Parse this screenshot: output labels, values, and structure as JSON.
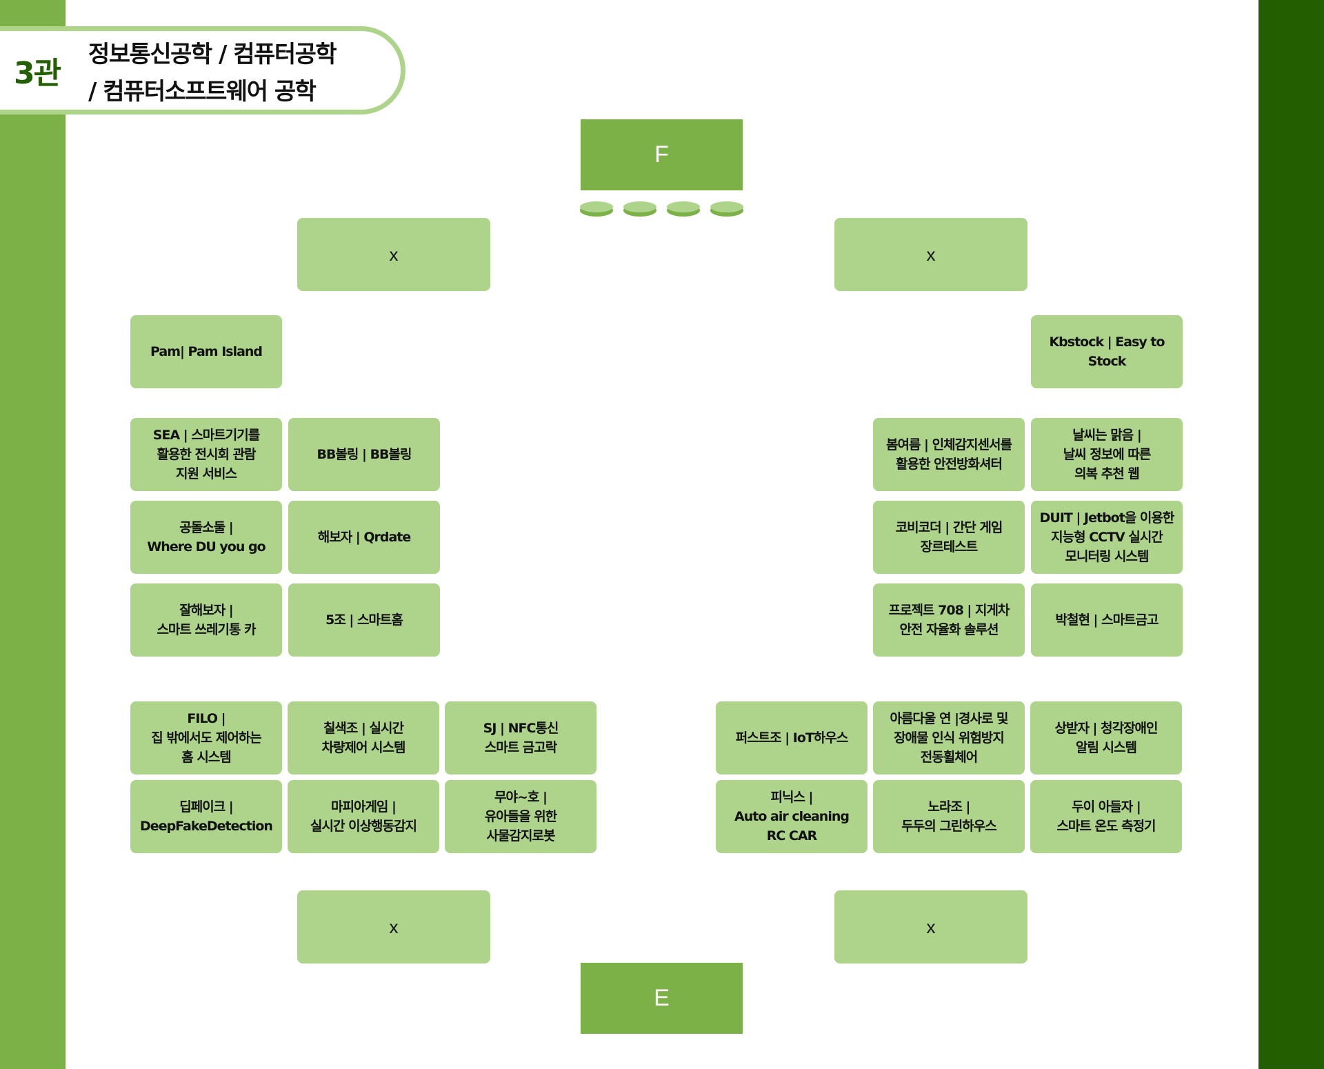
{
  "header": {
    "hall": "3관",
    "title_line1": "정보통신공학 / 컴퓨터공학",
    "title_line2": "/ 컴퓨터소프트웨어 공학"
  },
  "top_label": "F",
  "bottom_label": "E",
  "placeholders": {
    "top_left": "x",
    "top_right": "x",
    "bottom_left": "x",
    "bottom_right": "x"
  },
  "left_single": "Pam| Pam Island",
  "right_single": "Kbstock | Easy to Stock",
  "left_grid": [
    "SEA | 스마트기기를\n활용한 전시회 관람\n지원 서비스",
    "BB볼링 | BB볼링",
    "공돌소둘 |\nWhere DU you go",
    "해보자 | Qrdate",
    "잘해보자 |\n스마트 쓰레기통 카",
    "5조 | 스마트홈"
  ],
  "right_grid": [
    "봄여름 | 인체감지센서를\n활용한 안전방화셔터",
    "날씨는 맑음 |\n날씨 정보에 따른\n의복 추천 웹",
    "코비코더 | 간단 게임\n장르테스트",
    "DUIT | Jetbot을 이용한\n지능형 CCTV 실시간\n모니터링 시스템",
    "프로젝트 708 | 지게차\n안전 자율화 솔루션",
    "박철현 | 스마트금고"
  ],
  "left_bottom_grid": [
    "FILO |\n집 밖에서도 제어하는\n홈 시스템",
    "칠색조 | 실시간\n차량제어 시스템",
    "SJ | NFC통신\n스마트 금고락",
    "딥페이크 |\nDeepFakeDetection",
    "마피아게임 |\n실시간 이상행동감지",
    "무야~호 |\n유아들을 위한\n사물감지로봇"
  ],
  "right_bottom_grid": [
    "퍼스트조 | IoT하우스",
    "아름다울 연 |경사로 및\n장애물 인식 위험방지\n전동휠체어",
    "상받자 | 청각장애인\n알림 시스템",
    "피닉스 |\nAuto air cleaning\nRC CAR",
    "노라조 |\n두두의 그린하우스",
    "두이 아들자 |\n스마트 온도 측정기"
  ],
  "colors": {
    "dark_green": "#7cb147",
    "light_green": "#aed48b",
    "deep_green": "#235f00"
  }
}
